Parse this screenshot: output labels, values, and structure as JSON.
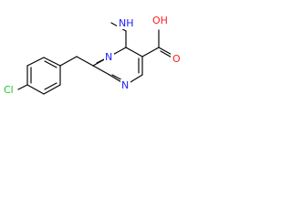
{
  "molecule": {
    "atoms": {
      "carboxyl_oh": {
        "text": "OH",
        "color": "#ff1e1e"
      },
      "carbonyl_o": {
        "text": "O",
        "color": "#ff1e1e"
      },
      "amine_nh": {
        "text": "NH",
        "color": "#2020ff"
      },
      "ring_n_upper": {
        "text": "N",
        "color": "#2020ff"
      },
      "ring_n_lower": {
        "text": "N",
        "color": "#2020ff"
      },
      "chlorine": {
        "text": "Cl",
        "color": "#1ec81e"
      }
    }
  }
}
